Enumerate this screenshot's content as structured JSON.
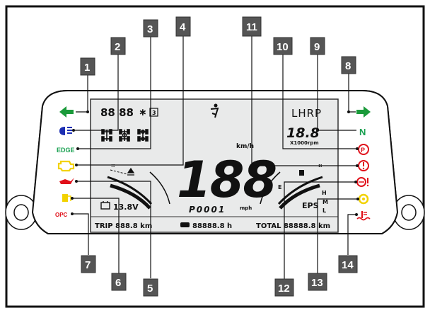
{
  "callouts": [
    "1",
    "2",
    "3",
    "4",
    "5",
    "6",
    "7",
    "8",
    "9",
    "10",
    "11",
    "12",
    "13",
    "14"
  ],
  "lcd": {
    "clock": "88 88",
    "bluetooth": "∗",
    "gear_index": "3",
    "drive_mode": "LHRP",
    "rpm_value": "18.8",
    "rpm_unit": "X1000rpm",
    "neutral": "N",
    "speed": "188",
    "speed_unit_kmh": "km/h",
    "speed_unit_mph": "mph",
    "fault_code": "P0001",
    "battery_voltage": "13.8V",
    "eps_label": "EPS",
    "eps_levels": [
      "H",
      "M",
      "L"
    ],
    "fuel_e": "E",
    "trip": "TRIP 888.8 km",
    "hours": "88888.8 h",
    "total": "TOTAL 88888.8 km",
    "opc": "OPC",
    "edge_label": "EDGE"
  },
  "colors": {
    "arrow_green": "#1a9a3a",
    "beam_blue": "#1d2fb3",
    "lamp_green": "#18a050",
    "warn_yellow": "#f2d200",
    "warn_red": "#e0101a",
    "lcd_bg": "#e9eaea"
  },
  "icons": {
    "left_indicator": "left-arrow-icon",
    "right_indicator": "right-arrow-icon",
    "high_beam": "high-beam-icon",
    "diff_lock": "differential-lock-icon",
    "edge": "edge-icon",
    "engine": "engine-warning-icon",
    "oil": "oil-pressure-icon",
    "fuel_low": "low-fuel-icon",
    "opc": "opc-icon",
    "neutral": "neutral-icon",
    "parking": "parking-brake-icon",
    "brake": "brake-warning-icon",
    "seatbelt": "seatbelt-icon",
    "service": "service-icon",
    "coolant": "coolant-temp-icon"
  }
}
